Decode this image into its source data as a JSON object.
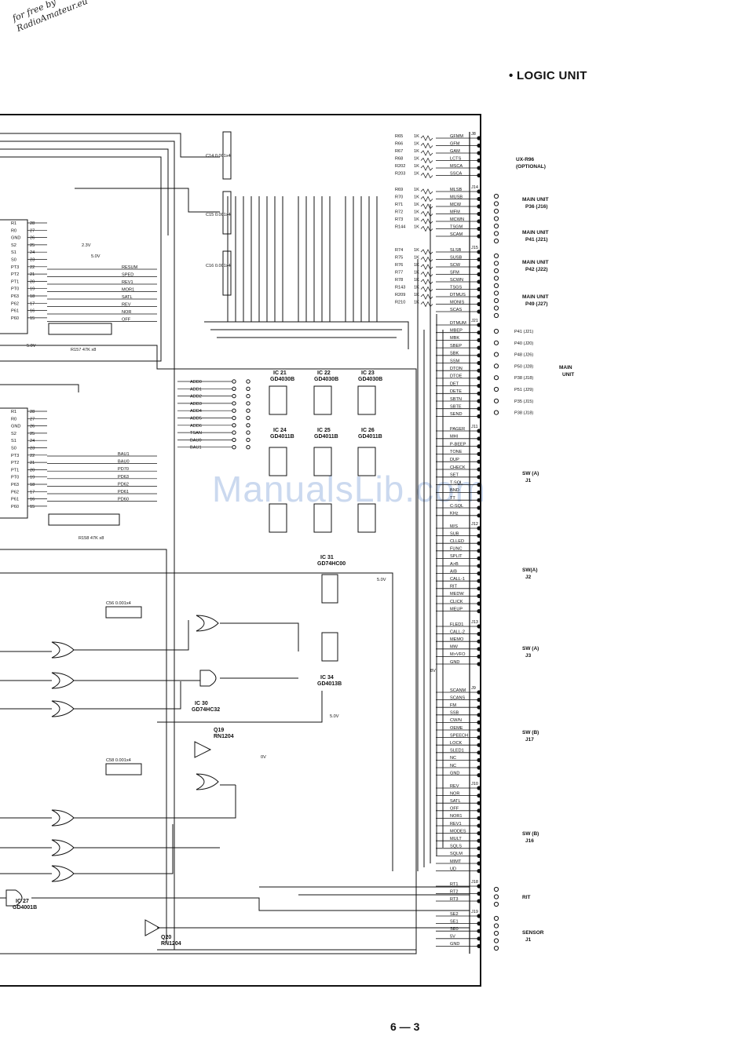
{
  "watermark": {
    "line1": "for free by",
    "line2": "RadioAmateur.eu"
  },
  "title": "• LOGIC UNIT",
  "page_number": "6 — 3",
  "overlay_watermark": "ManualsLib.com",
  "connectors": [
    {
      "id": "J8",
      "pins": [
        "GFMM",
        "GFM",
        "GAM",
        "LCTS",
        "MSCA",
        "SSCA"
      ],
      "resistors": [
        "R65",
        "R66",
        "R67",
        "R68",
        "R202",
        "R203"
      ],
      "target": "UX-R96 (OPTIONAL)"
    },
    {
      "id": "J14",
      "pins": [
        "MLSB",
        "MUSB",
        "MCW",
        "MFM",
        "MCWN",
        "TSGM",
        "SCAM"
      ],
      "resistors": [
        "R69",
        "R70",
        "R71",
        "R72",
        "R73",
        "R144"
      ],
      "target": "MAIN UNIT P36 (J16) / P41 (J21)"
    },
    {
      "id": "J15",
      "pins": [
        "SLSB",
        "SUSB",
        "SCW",
        "SFM",
        "SCWN",
        "TSGS",
        "DTMUS",
        "MONIS",
        "SCAS"
      ],
      "resistors": [
        "R74",
        "R75",
        "R76",
        "R77",
        "R78",
        "R143",
        "R209",
        "R210"
      ],
      "target": "MAIN UNIT P42 (J22) / P49 (J27)"
    },
    {
      "id": "J21",
      "pins": [
        "DTMUM",
        "MBEP",
        "MBK",
        "SBEP",
        "SBK",
        "SSM",
        "DTON",
        "DTOE",
        "DET",
        "DETE",
        "SBTN",
        "SBTE",
        "SEND"
      ]
    },
    {
      "id": "J11",
      "pins": [
        "PAGER",
        "MHI",
        "P-BEEP",
        "TONE",
        "DUP",
        "CHECK",
        "SET",
        "T-SQL",
        "BND",
        "TT",
        "C-SQL",
        "KHz"
      ]
    },
    {
      "id": "J12",
      "pins": [
        "M/S",
        "SUB",
        "CLLED",
        "FUNC",
        "SPLIT",
        "A>B",
        "A/B",
        "CALL-1",
        "RIT",
        "MEDW",
        "CLICK",
        "MEUP"
      ]
    },
    {
      "id": "J13",
      "pins": [
        "FLED1",
        "CALL-2",
        "MEMO",
        "MW",
        "M>VFO",
        "GND"
      ]
    },
    {
      "id": "J9",
      "pins": [
        "SCANM",
        "SCANS",
        "FM",
        "SSB",
        "CW/N",
        "OEME",
        "SPEECH",
        "LOCK",
        "SLED1",
        "NC",
        "NC",
        "GND"
      ]
    },
    {
      "id": "J10",
      "pins": [
        "REV",
        "NOR",
        "SATL",
        "OFF",
        "NOR1",
        "REV1",
        "MODES",
        "MULT",
        "SQLS",
        "SQLM",
        "MIMT",
        "UD"
      ]
    },
    {
      "id": "J18",
      "pins": [
        "RT1",
        "RT2",
        "RT3"
      ]
    },
    {
      "id": "J19",
      "pins": [
        "SE2",
        "SE1",
        "SE0",
        "5V",
        "GND"
      ]
    }
  ],
  "right_labels": [
    {
      "text": "UX-R96",
      "sub": "(OPTIONAL)"
    },
    {
      "text": "MAIN UNIT",
      "sub": "P36 (J16)"
    },
    {
      "text": "MAIN UNIT",
      "sub": "P41 (J21)"
    },
    {
      "text": "MAIN UNIT",
      "sub": "P42 (J22)"
    },
    {
      "text": "MAIN UNIT",
      "sub": "P49 (J27)"
    },
    {
      "text": "MAIN",
      "sub": "UNIT"
    },
    {
      "text": "SW (A)",
      "sub": "J1"
    },
    {
      "text": "SW(A)",
      "sub": "J2"
    },
    {
      "text": "SW (A)",
      "sub": "J3"
    },
    {
      "text": "SW (B)",
      "sub": "J17"
    },
    {
      "text": "SW (B)",
      "sub": "J16"
    },
    {
      "text": "RIT",
      "sub": ""
    },
    {
      "text": "SENSOR",
      "sub": "J1"
    }
  ],
  "main_unit_ports": [
    "P41 (J21)",
    "P40 (J20)",
    "P48 (J26)",
    "P50 (J28)",
    "P38 (J18)",
    "P51 (J29)",
    "P35 (J15)",
    "P38 (J18)"
  ],
  "ic_labels": [
    {
      "ref": "IC 21",
      "part": "GD4030B"
    },
    {
      "ref": "IC 22",
      "part": "GD4030B"
    },
    {
      "ref": "IC 23",
      "part": "GD4030B"
    },
    {
      "ref": "IC 24",
      "part": "GD4011B"
    },
    {
      "ref": "IC 25",
      "part": "GD4011B"
    },
    {
      "ref": "IC 26",
      "part": "GD4011B"
    },
    {
      "ref": "IC 31",
      "part": "GD74HC00"
    },
    {
      "ref": "IC 34",
      "part": "GD4013B"
    },
    {
      "ref": "IC 30",
      "part": "GD74HC32"
    },
    {
      "ref": "IC 27",
      "part": "GD4001B"
    }
  ],
  "transistors": [
    {
      "ref": "Q19",
      "part": "RN1204"
    },
    {
      "ref": "Q20",
      "part": "RN1204"
    }
  ],
  "bus_labels": [
    "ADD0",
    "ADD1",
    "ADD2",
    "ADD3",
    "ADD4",
    "ADD5",
    "ADD6",
    "TSAN",
    "BAU0",
    "BAU1"
  ],
  "left_pins_top": [
    "28",
    "27",
    "26",
    "25",
    "24",
    "23",
    "22",
    "21",
    "20",
    "19",
    "18",
    "17",
    "16",
    "15"
  ],
  "left_names_top": [
    "R1",
    "R0",
    "GND",
    "S2",
    "S1",
    "S0",
    "PT3",
    "PT2",
    "PT1",
    "PT0",
    "P63",
    "P62",
    "P61",
    "P60"
  ],
  "left_signals_top": [
    "RESUM",
    "SPED",
    "REV1",
    "MOR1",
    "SATL",
    "REV",
    "NOR",
    "OFF"
  ],
  "left_signals_mid": [
    "BAU1",
    "BAU0",
    "PD70",
    "PD63",
    "PD62",
    "PD61",
    "PD60"
  ],
  "resistor_networks": [
    "R157 47K x8",
    "R158 47K x8"
  ],
  "cap_labels": [
    "C14 0.001x4",
    "C15 0.001x4",
    "C16 0.001x4",
    "C56 0.001x4",
    "C58 0.001x4"
  ],
  "voltage_labels": [
    "2.3V",
    "5.0V",
    "5.0V",
    "5.0V",
    "0V",
    "8V",
    "5.0V"
  ]
}
